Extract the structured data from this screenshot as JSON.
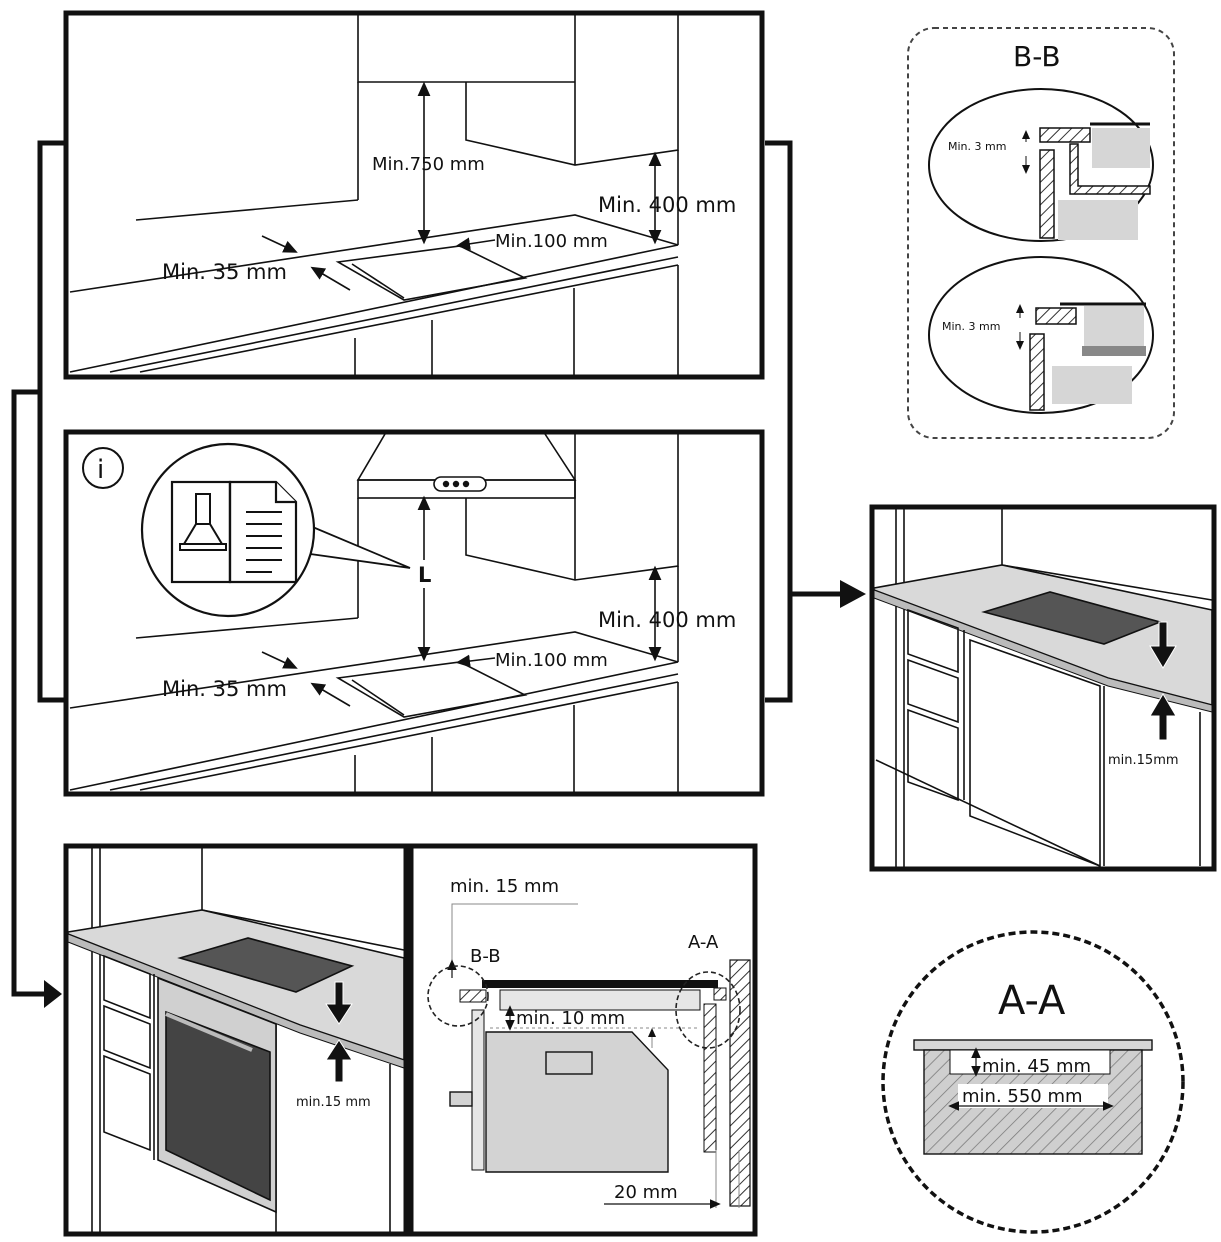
{
  "panel1": {
    "min_750": "Min.750 mm",
    "min_400": "Min. 400 mm",
    "min_100": "Min.100 mm",
    "min_35": "Min. 35 mm"
  },
  "panel2": {
    "info_symbol": "i",
    "hood_distance": "L",
    "min_400": "Min. 400 mm",
    "min_100": "Min.100 mm",
    "min_35": "Min. 35 mm"
  },
  "bb_detail": {
    "title": "B-B",
    "min_3_top": "Min. 3 mm",
    "min_3_bottom": "Min. 3 mm"
  },
  "right_panel": {
    "min_15": "min.15mm"
  },
  "bottom_left_panel": {
    "min_15": "min.15 mm"
  },
  "section_panel": {
    "min_15": "min. 15 mm",
    "label_bb": "B-B",
    "label_aa": "A-A",
    "min_10": "min. 10 mm",
    "gap_20": "20 mm"
  },
  "aa_detail": {
    "title": "A-A",
    "min_45": "min. 45 mm",
    "min_550": "min. 550 mm"
  }
}
